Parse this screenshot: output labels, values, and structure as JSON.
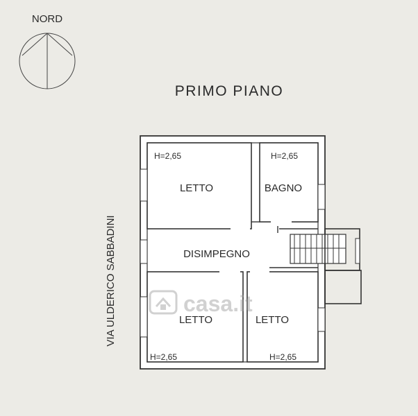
{
  "north_label": "NORD",
  "title": "PRIMO PIANO",
  "street_label": "VIA ULDERICO SABBADINI",
  "rooms": {
    "letto_top": {
      "name": "LETTO",
      "height": "H=2,65"
    },
    "bagno": {
      "name": "BAGNO",
      "height": "H=2,65"
    },
    "disimpegno": {
      "name": "DISIMPEGNO"
    },
    "letto_bottom_left": {
      "name": "LETTO",
      "height": "H=2,65"
    },
    "letto_bottom_right": {
      "name": "LETTO",
      "height": "H=2,65"
    }
  },
  "watermark": "casa.it"
}
